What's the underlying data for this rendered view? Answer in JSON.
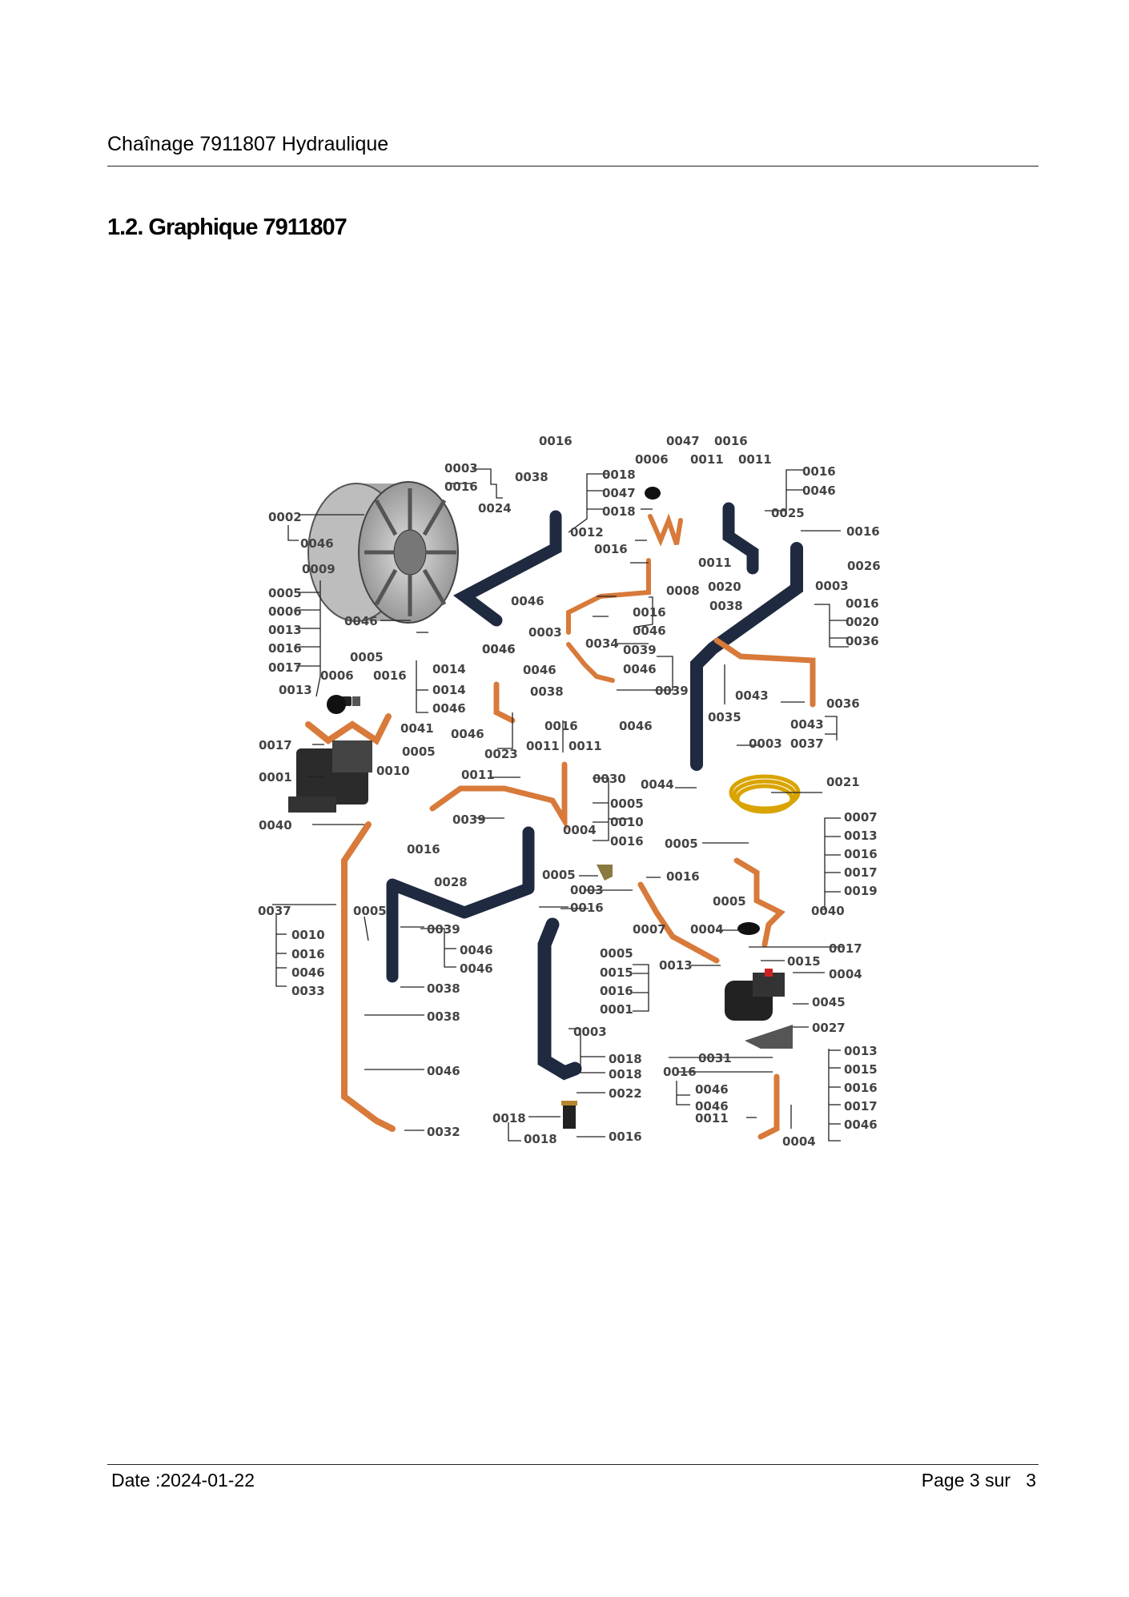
{
  "header": {
    "title": "Chaînage 7911807 Hydraulique"
  },
  "section": {
    "title": "1.2. Graphique 7911807"
  },
  "diagram": {
    "callouts": [
      {
        "id": "c1",
        "label": "0016"
      },
      {
        "id": "c2",
        "label": "0047"
      },
      {
        "id": "c3",
        "label": "0016"
      },
      {
        "id": "c4",
        "label": "0003"
      },
      {
        "id": "c5",
        "label": "0016"
      },
      {
        "id": "c6",
        "label": "0038"
      },
      {
        "id": "c7",
        "label": "0024"
      },
      {
        "id": "c8",
        "label": "0018"
      },
      {
        "id": "c9",
        "label": "0047"
      },
      {
        "id": "c10",
        "label": "0018"
      },
      {
        "id": "c11",
        "label": "0012"
      },
      {
        "id": "c12",
        "label": "0016"
      },
      {
        "id": "c13",
        "label": "0006"
      },
      {
        "id": "c14",
        "label": "0011"
      },
      {
        "id": "c15",
        "label": "0011"
      },
      {
        "id": "c16",
        "label": "0016"
      },
      {
        "id": "c17",
        "label": "0046"
      },
      {
        "id": "c18",
        "label": "0025"
      },
      {
        "id": "c19",
        "label": "0016"
      },
      {
        "id": "c20",
        "label": "0002"
      },
      {
        "id": "c21",
        "label": "0046"
      },
      {
        "id": "c22",
        "label": "0009"
      },
      {
        "id": "c23",
        "label": "0005"
      },
      {
        "id": "c24",
        "label": "0006"
      },
      {
        "id": "c25",
        "label": "0013"
      },
      {
        "id": "c26",
        "label": "0016"
      },
      {
        "id": "c27",
        "label": "0017"
      },
      {
        "id": "c28",
        "label": "0046"
      },
      {
        "id": "c29",
        "label": "0005"
      },
      {
        "id": "c30",
        "label": "0006"
      },
      {
        "id": "c31",
        "label": "0016"
      },
      {
        "id": "c32",
        "label": "0013"
      },
      {
        "id": "c33",
        "label": "0017"
      },
      {
        "id": "c34",
        "label": "0001"
      },
      {
        "id": "c35",
        "label": "0040"
      },
      {
        "id": "c36",
        "label": "0014"
      },
      {
        "id": "c37",
        "label": "0014"
      },
      {
        "id": "c38",
        "label": "0046"
      },
      {
        "id": "c39",
        "label": "0041"
      },
      {
        "id": "c40",
        "label": "0005"
      },
      {
        "id": "c41",
        "label": "0010"
      },
      {
        "id": "c42",
        "label": "0016"
      },
      {
        "id": "c43",
        "label": "0046"
      },
      {
        "id": "c44",
        "label": "0003"
      },
      {
        "id": "c45",
        "label": "0046"
      },
      {
        "id": "c46",
        "label": "0046"
      },
      {
        "id": "c47",
        "label": "0038"
      },
      {
        "id": "c48",
        "label": "0046"
      },
      {
        "id": "c49",
        "label": "0023"
      },
      {
        "id": "c50",
        "label": "0016"
      },
      {
        "id": "c51",
        "label": "0011"
      },
      {
        "id": "c52",
        "label": "0011"
      },
      {
        "id": "c53",
        "label": "0011"
      },
      {
        "id": "c54",
        "label": "0030"
      },
      {
        "id": "c55",
        "label": "0005"
      },
      {
        "id": "c56",
        "label": "0010"
      },
      {
        "id": "c57",
        "label": "0016"
      },
      {
        "id": "c58",
        "label": "0039"
      },
      {
        "id": "c59",
        "label": "0011"
      },
      {
        "id": "c60",
        "label": "0008"
      },
      {
        "id": "c61",
        "label": "0016"
      },
      {
        "id": "c62",
        "label": "0046"
      },
      {
        "id": "c63",
        "label": "0046"
      },
      {
        "id": "c64",
        "label": "0039"
      },
      {
        "id": "c65",
        "label": "0046"
      },
      {
        "id": "c66",
        "label": "0034"
      },
      {
        "id": "c67",
        "label": "0039"
      },
      {
        "id": "c68",
        "label": "0046"
      },
      {
        "id": "c69",
        "label": "0020"
      },
      {
        "id": "c70",
        "label": "0038"
      },
      {
        "id": "c71",
        "label": "0026"
      },
      {
        "id": "c72",
        "label": "0003"
      },
      {
        "id": "c73",
        "label": "0016"
      },
      {
        "id": "c74",
        "label": "0020"
      },
      {
        "id": "c75",
        "label": "0036"
      },
      {
        "id": "c76",
        "label": "0043"
      },
      {
        "id": "c77",
        "label": "0035"
      },
      {
        "id": "c78",
        "label": "0036"
      },
      {
        "id": "c79",
        "label": "0043"
      },
      {
        "id": "c80",
        "label": "0037"
      },
      {
        "id": "c81",
        "label": "0003"
      },
      {
        "id": "c82",
        "label": "0044"
      },
      {
        "id": "c83",
        "label": "0021"
      },
      {
        "id": "c84",
        "label": "0004"
      },
      {
        "id": "c85",
        "label": "0005"
      },
      {
        "id": "c86",
        "label": "0003"
      },
      {
        "id": "c87",
        "label": "0016"
      },
      {
        "id": "c88",
        "label": "0016"
      },
      {
        "id": "c89",
        "label": "0005"
      },
      {
        "id": "c90",
        "label": "0005"
      },
      {
        "id": "c91",
        "label": "0007"
      },
      {
        "id": "c92",
        "label": "0013"
      },
      {
        "id": "c93",
        "label": "0016"
      },
      {
        "id": "c94",
        "label": "0017"
      },
      {
        "id": "c95",
        "label": "0019"
      },
      {
        "id": "c96",
        "label": "0040"
      },
      {
        "id": "c97",
        "label": "0028"
      },
      {
        "id": "c98",
        "label": "0037"
      },
      {
        "id": "c99",
        "label": "0005"
      },
      {
        "id": "c100",
        "label": "0010"
      },
      {
        "id": "c101",
        "label": "0016"
      },
      {
        "id": "c102",
        "label": "0046"
      },
      {
        "id": "c103",
        "label": "0033"
      },
      {
        "id": "c104",
        "label": "0039"
      },
      {
        "id": "c105",
        "label": "0046"
      },
      {
        "id": "c106",
        "label": "0046"
      },
      {
        "id": "c107",
        "label": "0038"
      },
      {
        "id": "c108",
        "label": "0038"
      },
      {
        "id": "c109",
        "label": "0046"
      },
      {
        "id": "c110",
        "label": "0032"
      },
      {
        "id": "c111",
        "label": "0007"
      },
      {
        "id": "c112",
        "label": "0004"
      },
      {
        "id": "c113",
        "label": "0013"
      },
      {
        "id": "c114",
        "label": "0017"
      },
      {
        "id": "c115",
        "label": "0015"
      },
      {
        "id": "c116",
        "label": "0004"
      },
      {
        "id": "c117",
        "label": "0005"
      },
      {
        "id": "c118",
        "label": "0015"
      },
      {
        "id": "c119",
        "label": "0016"
      },
      {
        "id": "c120",
        "label": "0001"
      },
      {
        "id": "c121",
        "label": "0045"
      },
      {
        "id": "c122",
        "label": "0027"
      },
      {
        "id": "c123",
        "label": "0003"
      },
      {
        "id": "c124",
        "label": "0018"
      },
      {
        "id": "c125",
        "label": "0018"
      },
      {
        "id": "c126",
        "label": "0022"
      },
      {
        "id": "c127",
        "label": "0018"
      },
      {
        "id": "c128",
        "label": "0018"
      },
      {
        "id": "c129",
        "label": "0016"
      },
      {
        "id": "c130",
        "label": "0031"
      },
      {
        "id": "c131",
        "label": "0016"
      },
      {
        "id": "c132",
        "label": "0046"
      },
      {
        "id": "c133",
        "label": "0046"
      },
      {
        "id": "c134",
        "label": "0011"
      },
      {
        "id": "c135",
        "label": "0004"
      },
      {
        "id": "c136",
        "label": "0013"
      },
      {
        "id": "c137",
        "label": "0015"
      },
      {
        "id": "c138",
        "label": "0016"
      },
      {
        "id": "c139",
        "label": "0017"
      },
      {
        "id": "c140",
        "label": "0046"
      }
    ]
  },
  "footer": {
    "date": "Date :2024-01-22",
    "page_label": "Page 3 sur",
    "page_total": "3"
  }
}
